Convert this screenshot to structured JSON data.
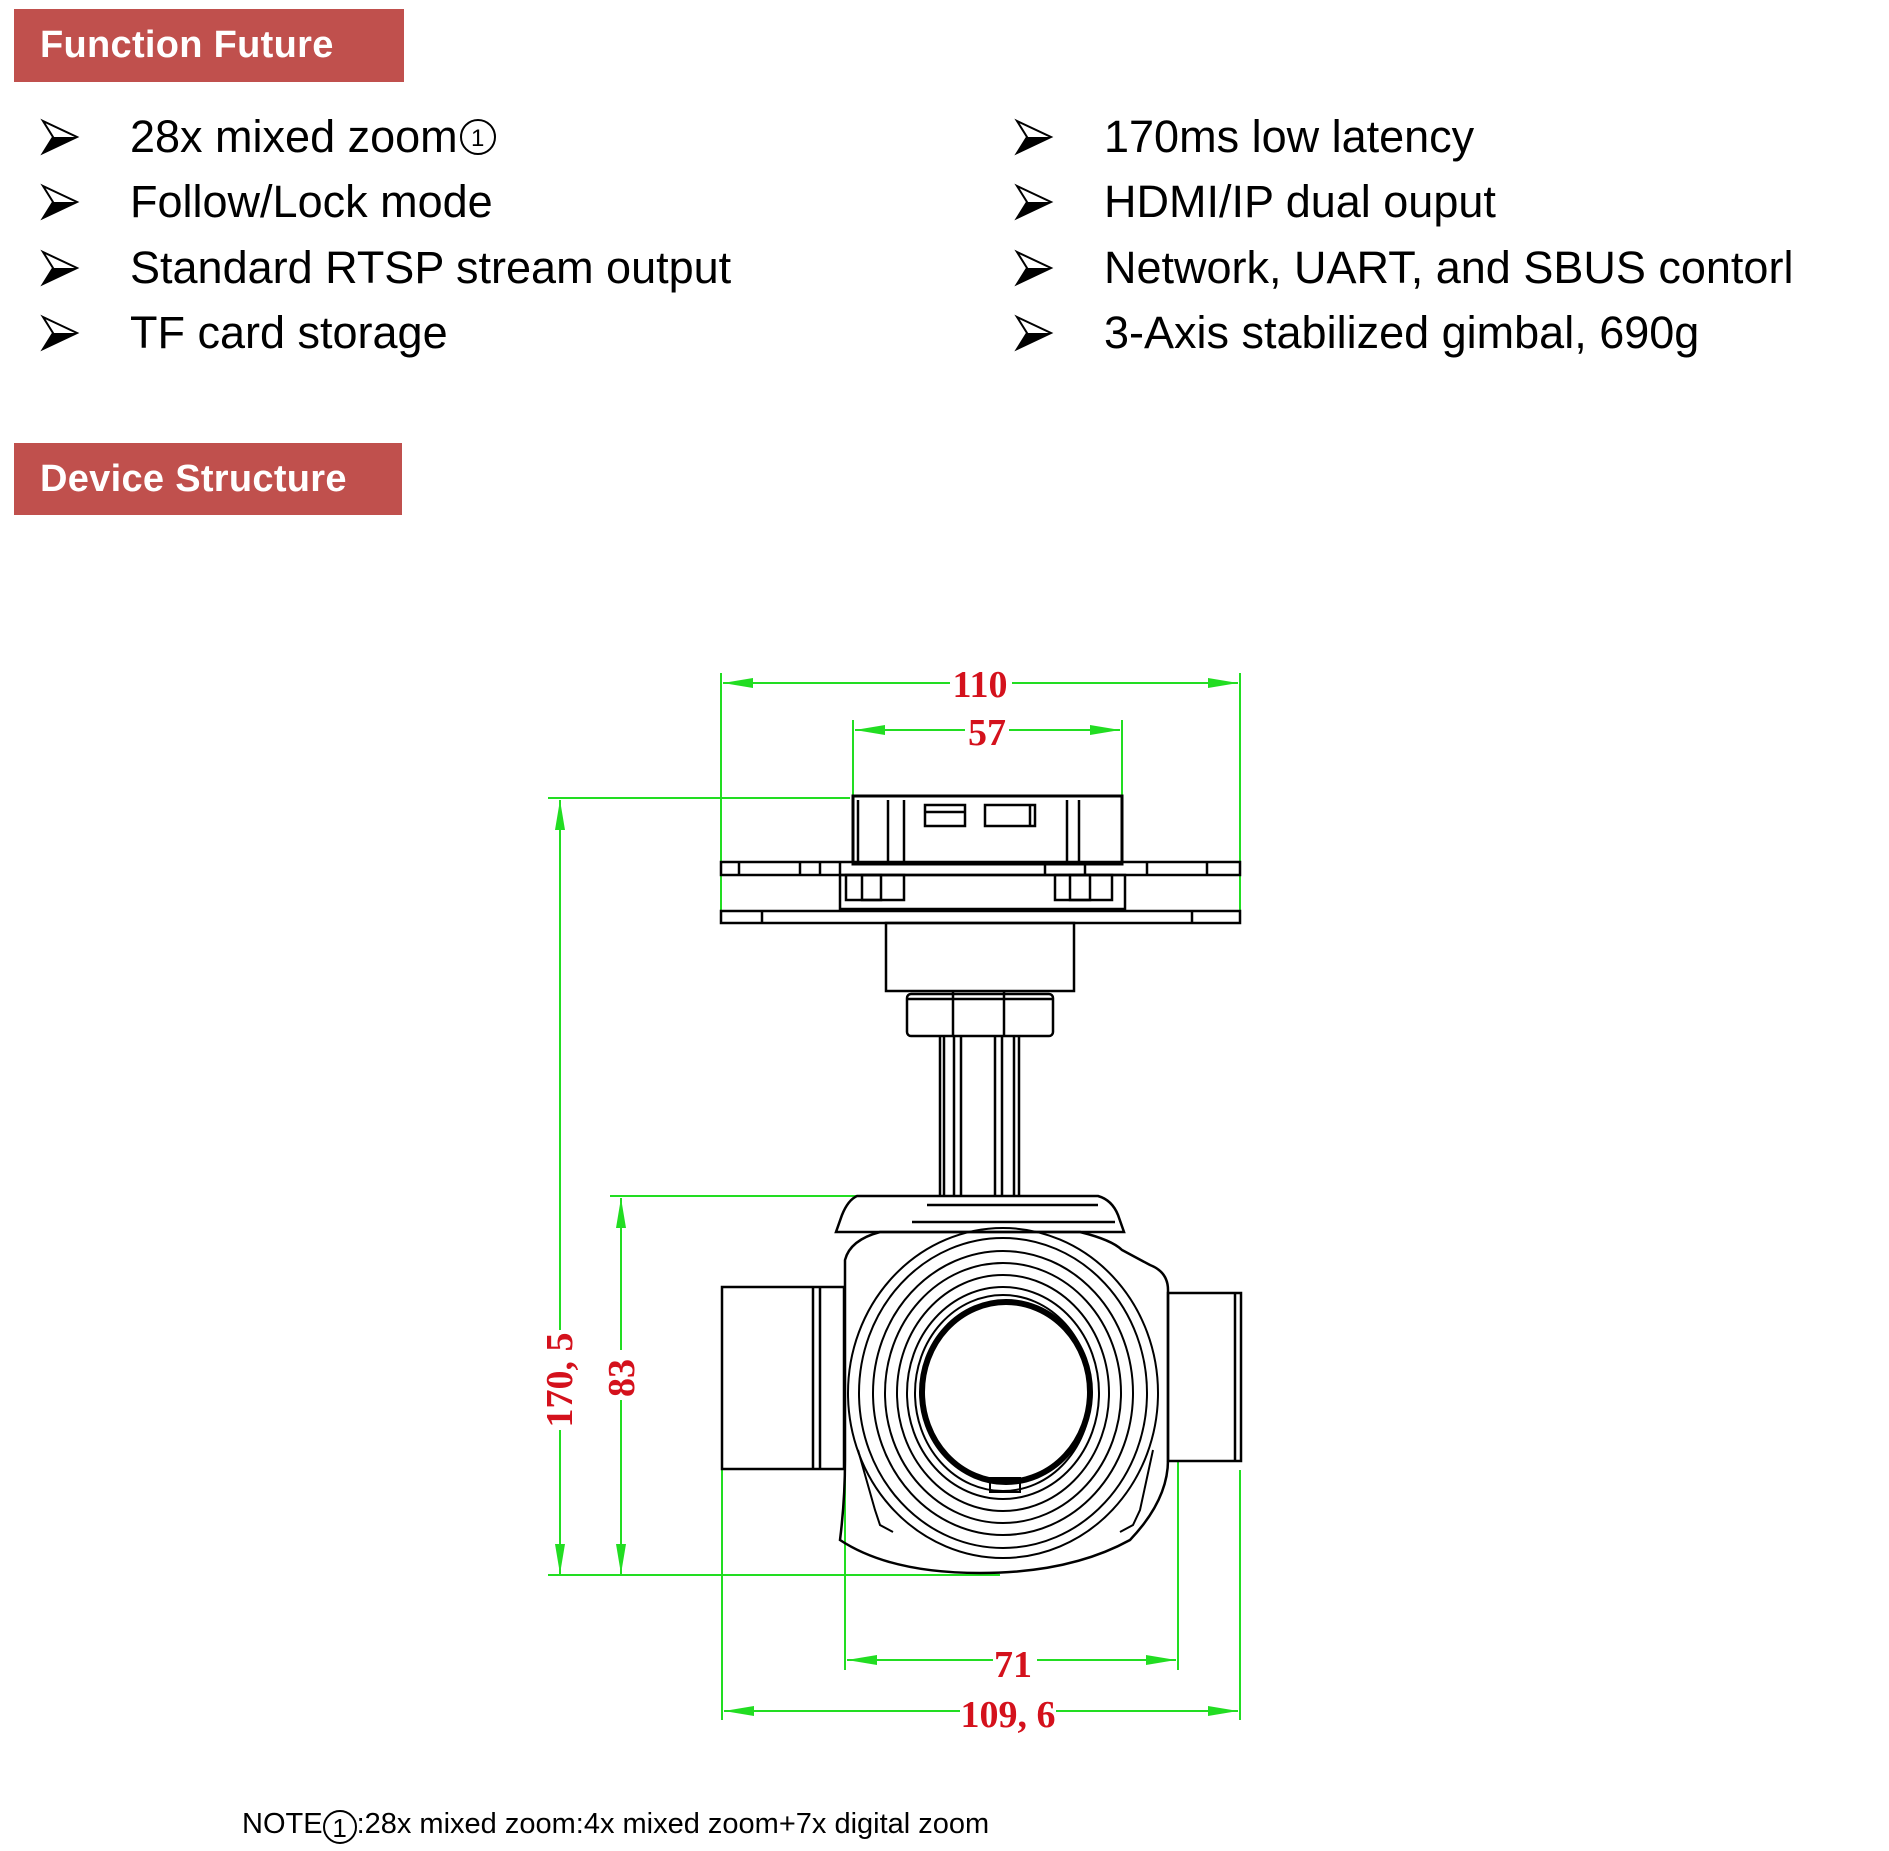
{
  "sections": {
    "function": {
      "title": "Function Future",
      "left_items": [
        {
          "text": "28x mixed zoom",
          "footnote": "1"
        },
        {
          "text": "Follow/Lock mode"
        },
        {
          "text": "Standard RTSP stream output"
        },
        {
          "text": "TF card storage"
        }
      ],
      "right_items": [
        {
          "text": "170ms low latency"
        },
        {
          "text": "HDMI/IP dual ouput"
        },
        {
          "text": "Network, UART, and SBUS contorl"
        },
        {
          "text": "3-Axis stabilized gimbal, 690g"
        }
      ],
      "bullet_icon": "arrowhead-bullet-icon"
    },
    "device": {
      "title": "Device Structure"
    }
  },
  "drawing": {
    "dimension_color": "#22dd22",
    "dimension_text_color": "#d4111c",
    "line_color": "#000000",
    "dimensions": {
      "overall_width_top": "110",
      "mount_width": "57",
      "overall_height": "170, 5",
      "camera_height": "83",
      "camera_body_width": "71",
      "overall_width_bottom": "109, 6"
    }
  },
  "note": {
    "prefix": "NOTE",
    "mark": "1",
    "text": ":28x mixed zoom:4x mixed zoom+7x digital zoom"
  },
  "colors": {
    "header_bg": "#c0504d",
    "header_text": "#ffffff"
  }
}
